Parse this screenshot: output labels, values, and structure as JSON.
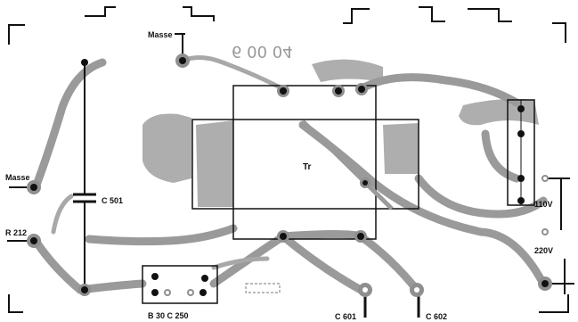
{
  "labels": {
    "masse_top": "Masse",
    "masse_left": "Masse",
    "r212": "R 212",
    "c501": "C 501",
    "tr": "Tr",
    "b30c250": "B 30 C 250",
    "c601": "C 601",
    "c602": "C 602",
    "v110": "110V",
    "v220": "220V",
    "mirror_code": "6 00 04"
  },
  "colors": {
    "copper": "#a0a0a0",
    "ink": "#111111",
    "background": "#ffffff"
  }
}
